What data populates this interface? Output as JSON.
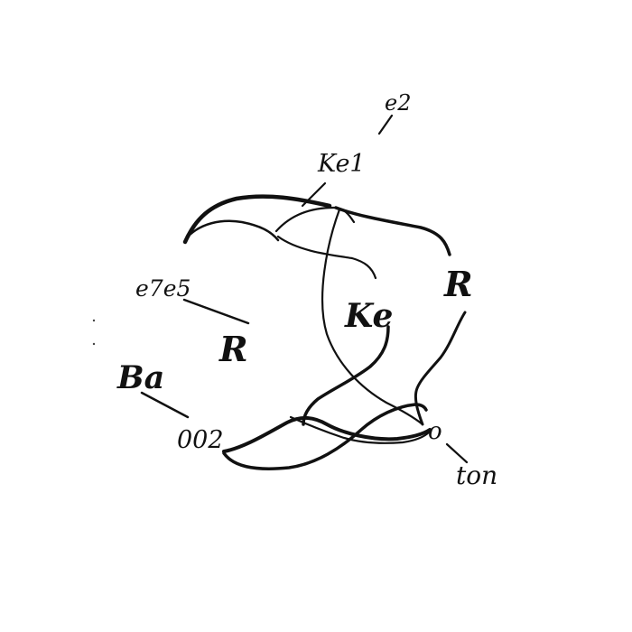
{
  "labels": {
    "e2": "e2",
    "ke1": "Ke1",
    "e7e5": "e7e5",
    "r_left": "R",
    "ke_center": "Ke",
    "r_right": "R",
    "ba": "Ba",
    "n002": "002",
    "o": "o",
    "ton": "ton"
  },
  "colors": {
    "ink": "#111111",
    "paper": "#ffffff"
  }
}
